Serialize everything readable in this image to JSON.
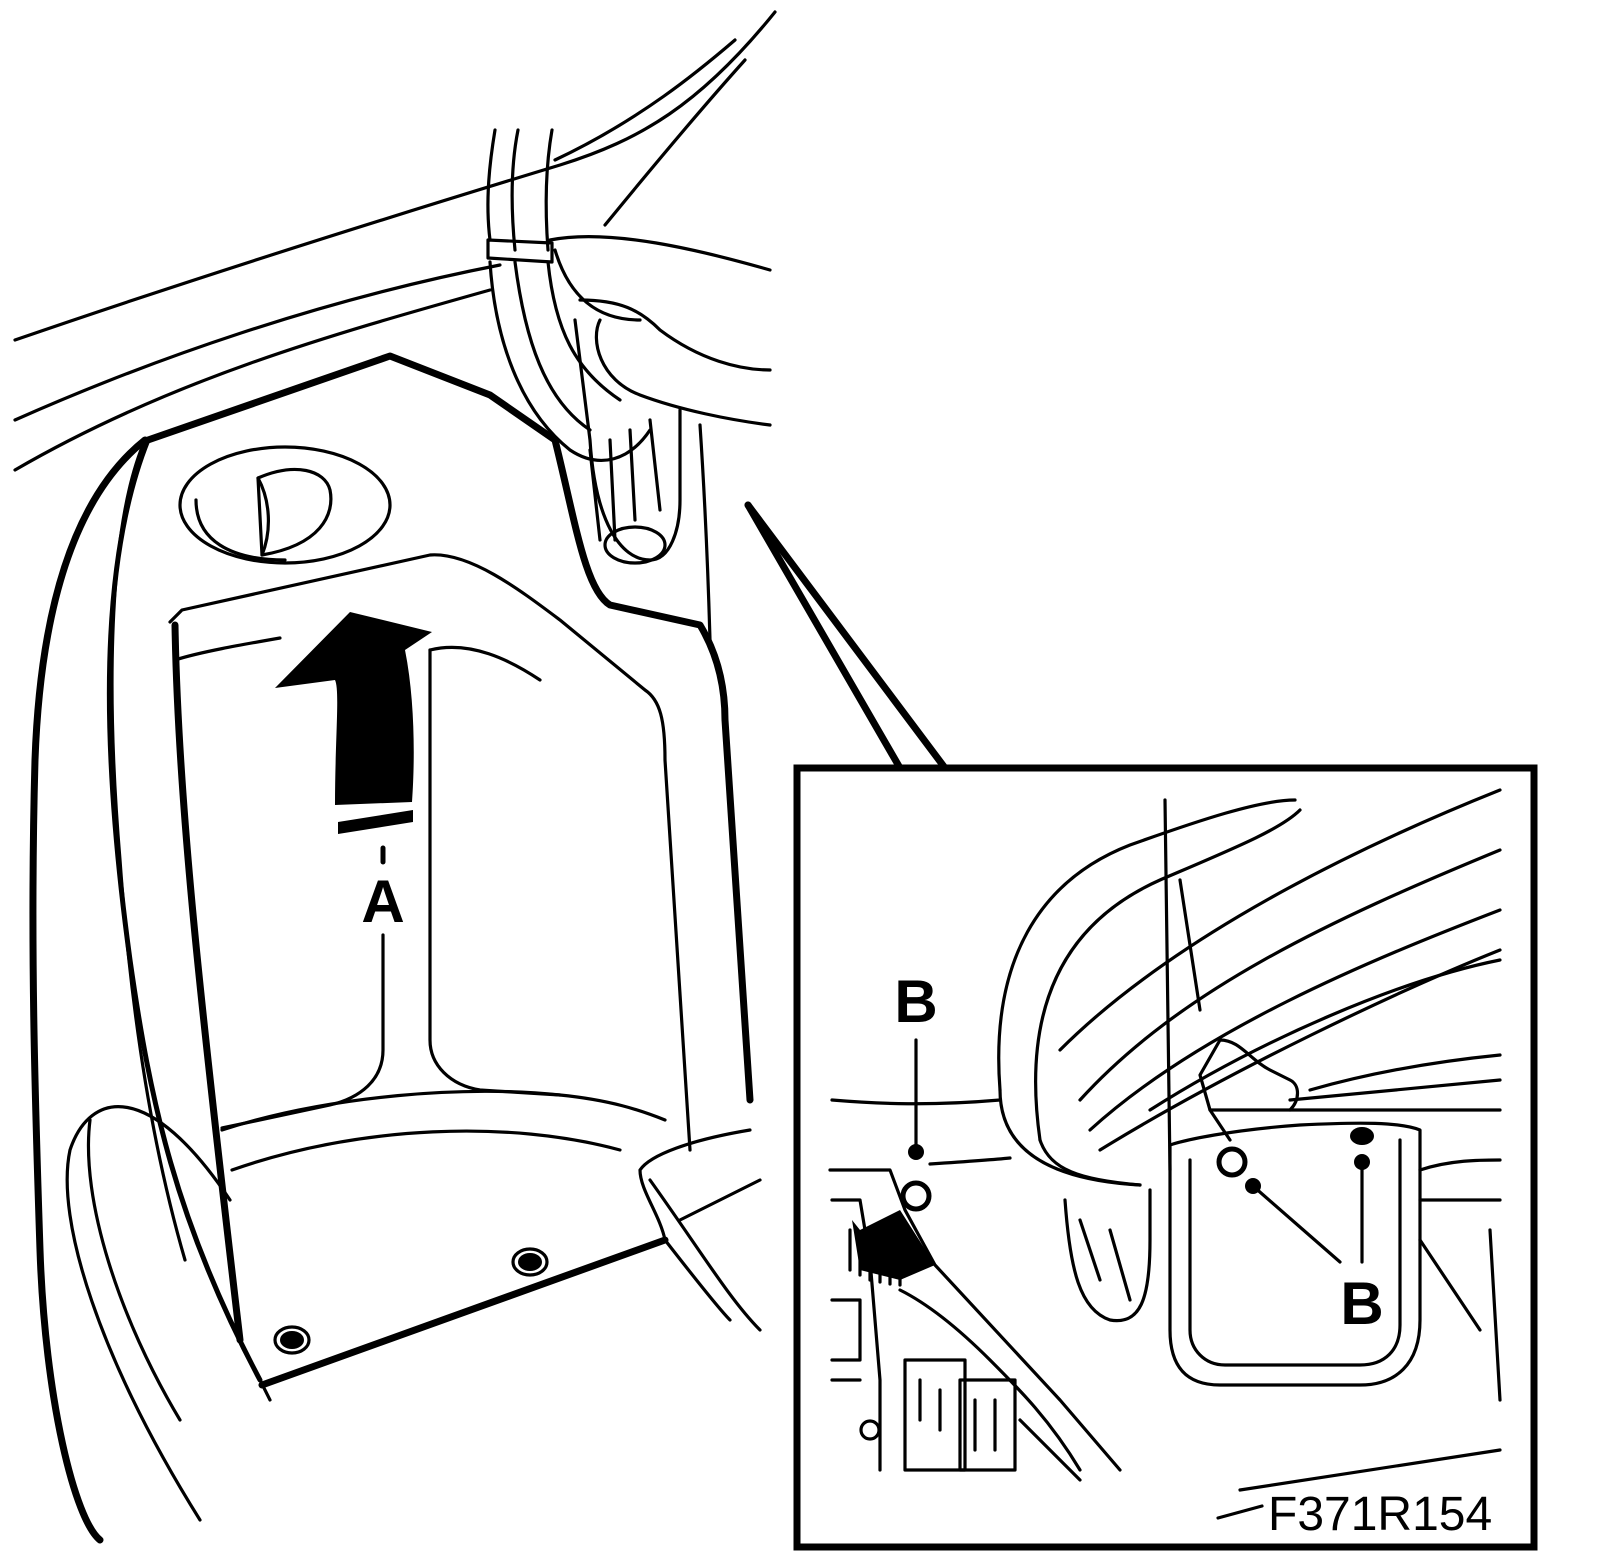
{
  "figure": {
    "callout_a": "A",
    "callout_b_left": "B",
    "callout_b_right": "B",
    "figure_id": "F371R154"
  },
  "colors": {
    "ink": "#000000",
    "paper": "#ffffff"
  }
}
